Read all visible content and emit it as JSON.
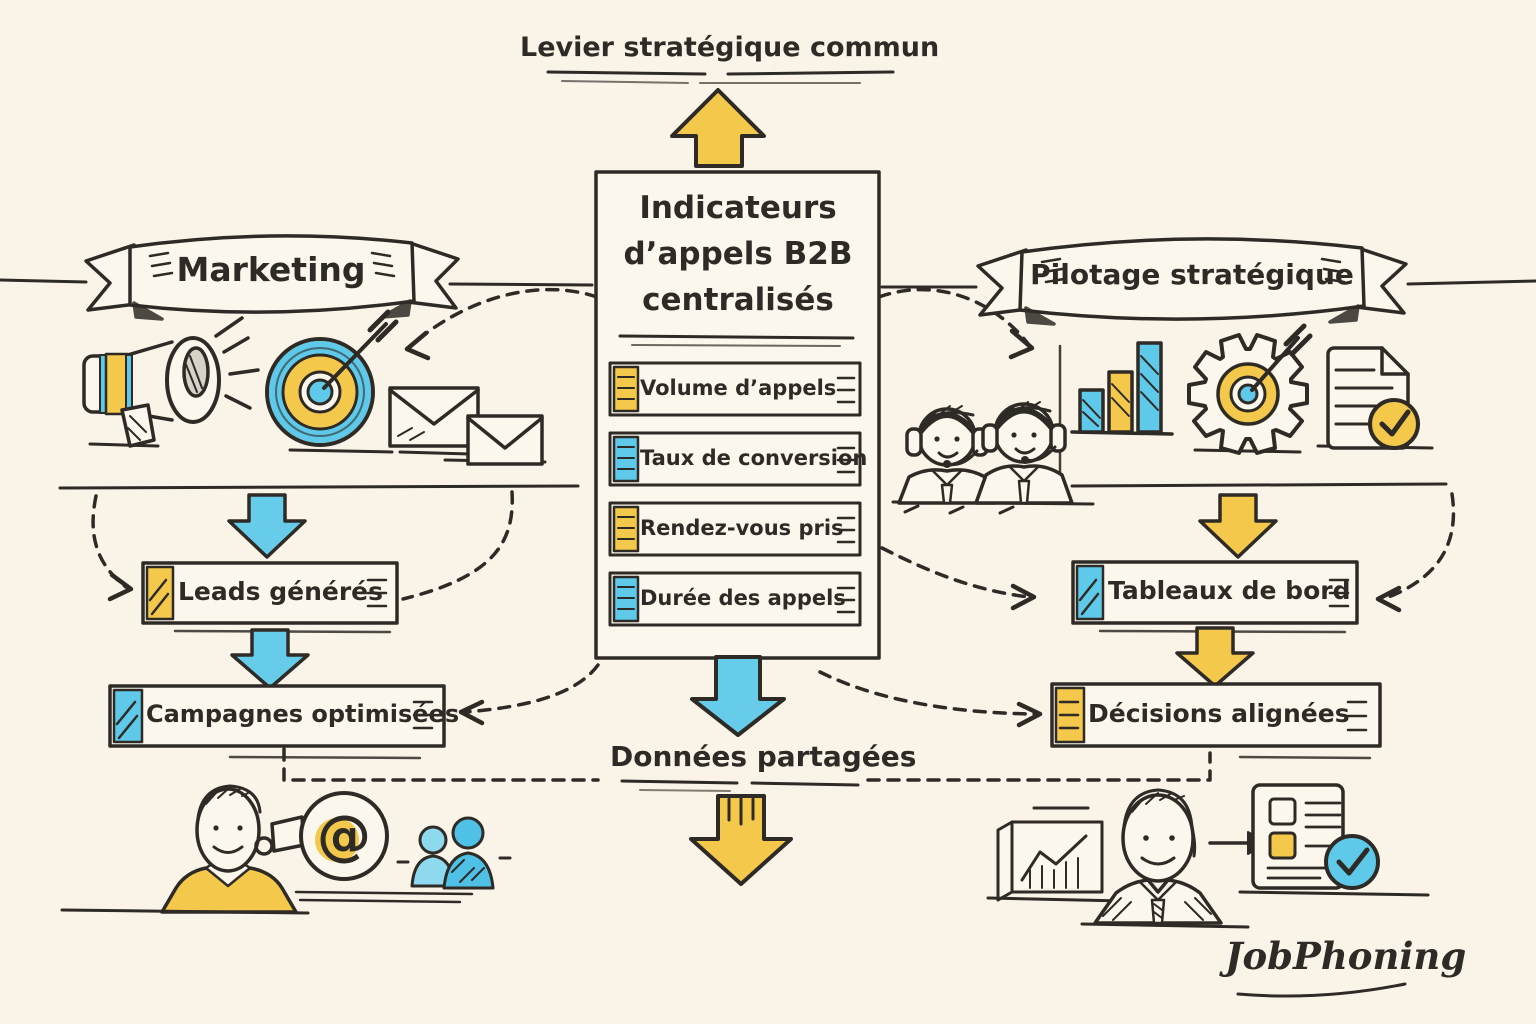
{
  "page": {
    "background": "#FAF4E8",
    "ink": "#2E2B26",
    "accent_yellow": "#F4C84B",
    "accent_blue": "#5EC9E8",
    "panel_fill": "#FCF7EC"
  },
  "header": {
    "title": "Levier stratégique commun"
  },
  "center_panel": {
    "title_lines": [
      "Indicateurs",
      "d’appels B2B",
      "centralisés"
    ],
    "indicators": [
      {
        "label": "Volume d’appels",
        "tab_color": "#F4C84B"
      },
      {
        "label": "Taux de conversion",
        "tab_color": "#5EC9E8"
      },
      {
        "label": "Rendez-vous pris",
        "tab_color": "#F4C84B"
      },
      {
        "label": "Durée des appels",
        "tab_color": "#5EC9E8"
      }
    ]
  },
  "marketing_branch": {
    "banner": "Marketing",
    "icons": [
      "megaphone-icon",
      "target-arrow-icon",
      "envelopes-icon"
    ],
    "steps": [
      {
        "label": "Leads générés",
        "tab_color": "#F4C84B"
      },
      {
        "label": "Campagnes optimisées",
        "tab_color": "#5EC9E8"
      }
    ],
    "scene_icons": [
      "marketer-icon",
      "at-search-icon",
      "audience-icon"
    ],
    "at_glyph": "@"
  },
  "strategy_branch": {
    "banner": "Pilotage stratégique",
    "icons": [
      "call-agents-icon",
      "bar-chart-icon",
      "gear-target-icon",
      "report-check-icon"
    ],
    "steps": [
      {
        "label": "Tableaux de bord",
        "tab_color": "#5EC9E8"
      },
      {
        "label": "Décisions alignées",
        "tab_color": "#F4C84B"
      }
    ],
    "scene_icons": [
      "chart-board-icon",
      "manager-icon",
      "approved-report-icon"
    ]
  },
  "footer": {
    "shared_data_label": "Données partagées",
    "brand": "JobPhoning"
  }
}
